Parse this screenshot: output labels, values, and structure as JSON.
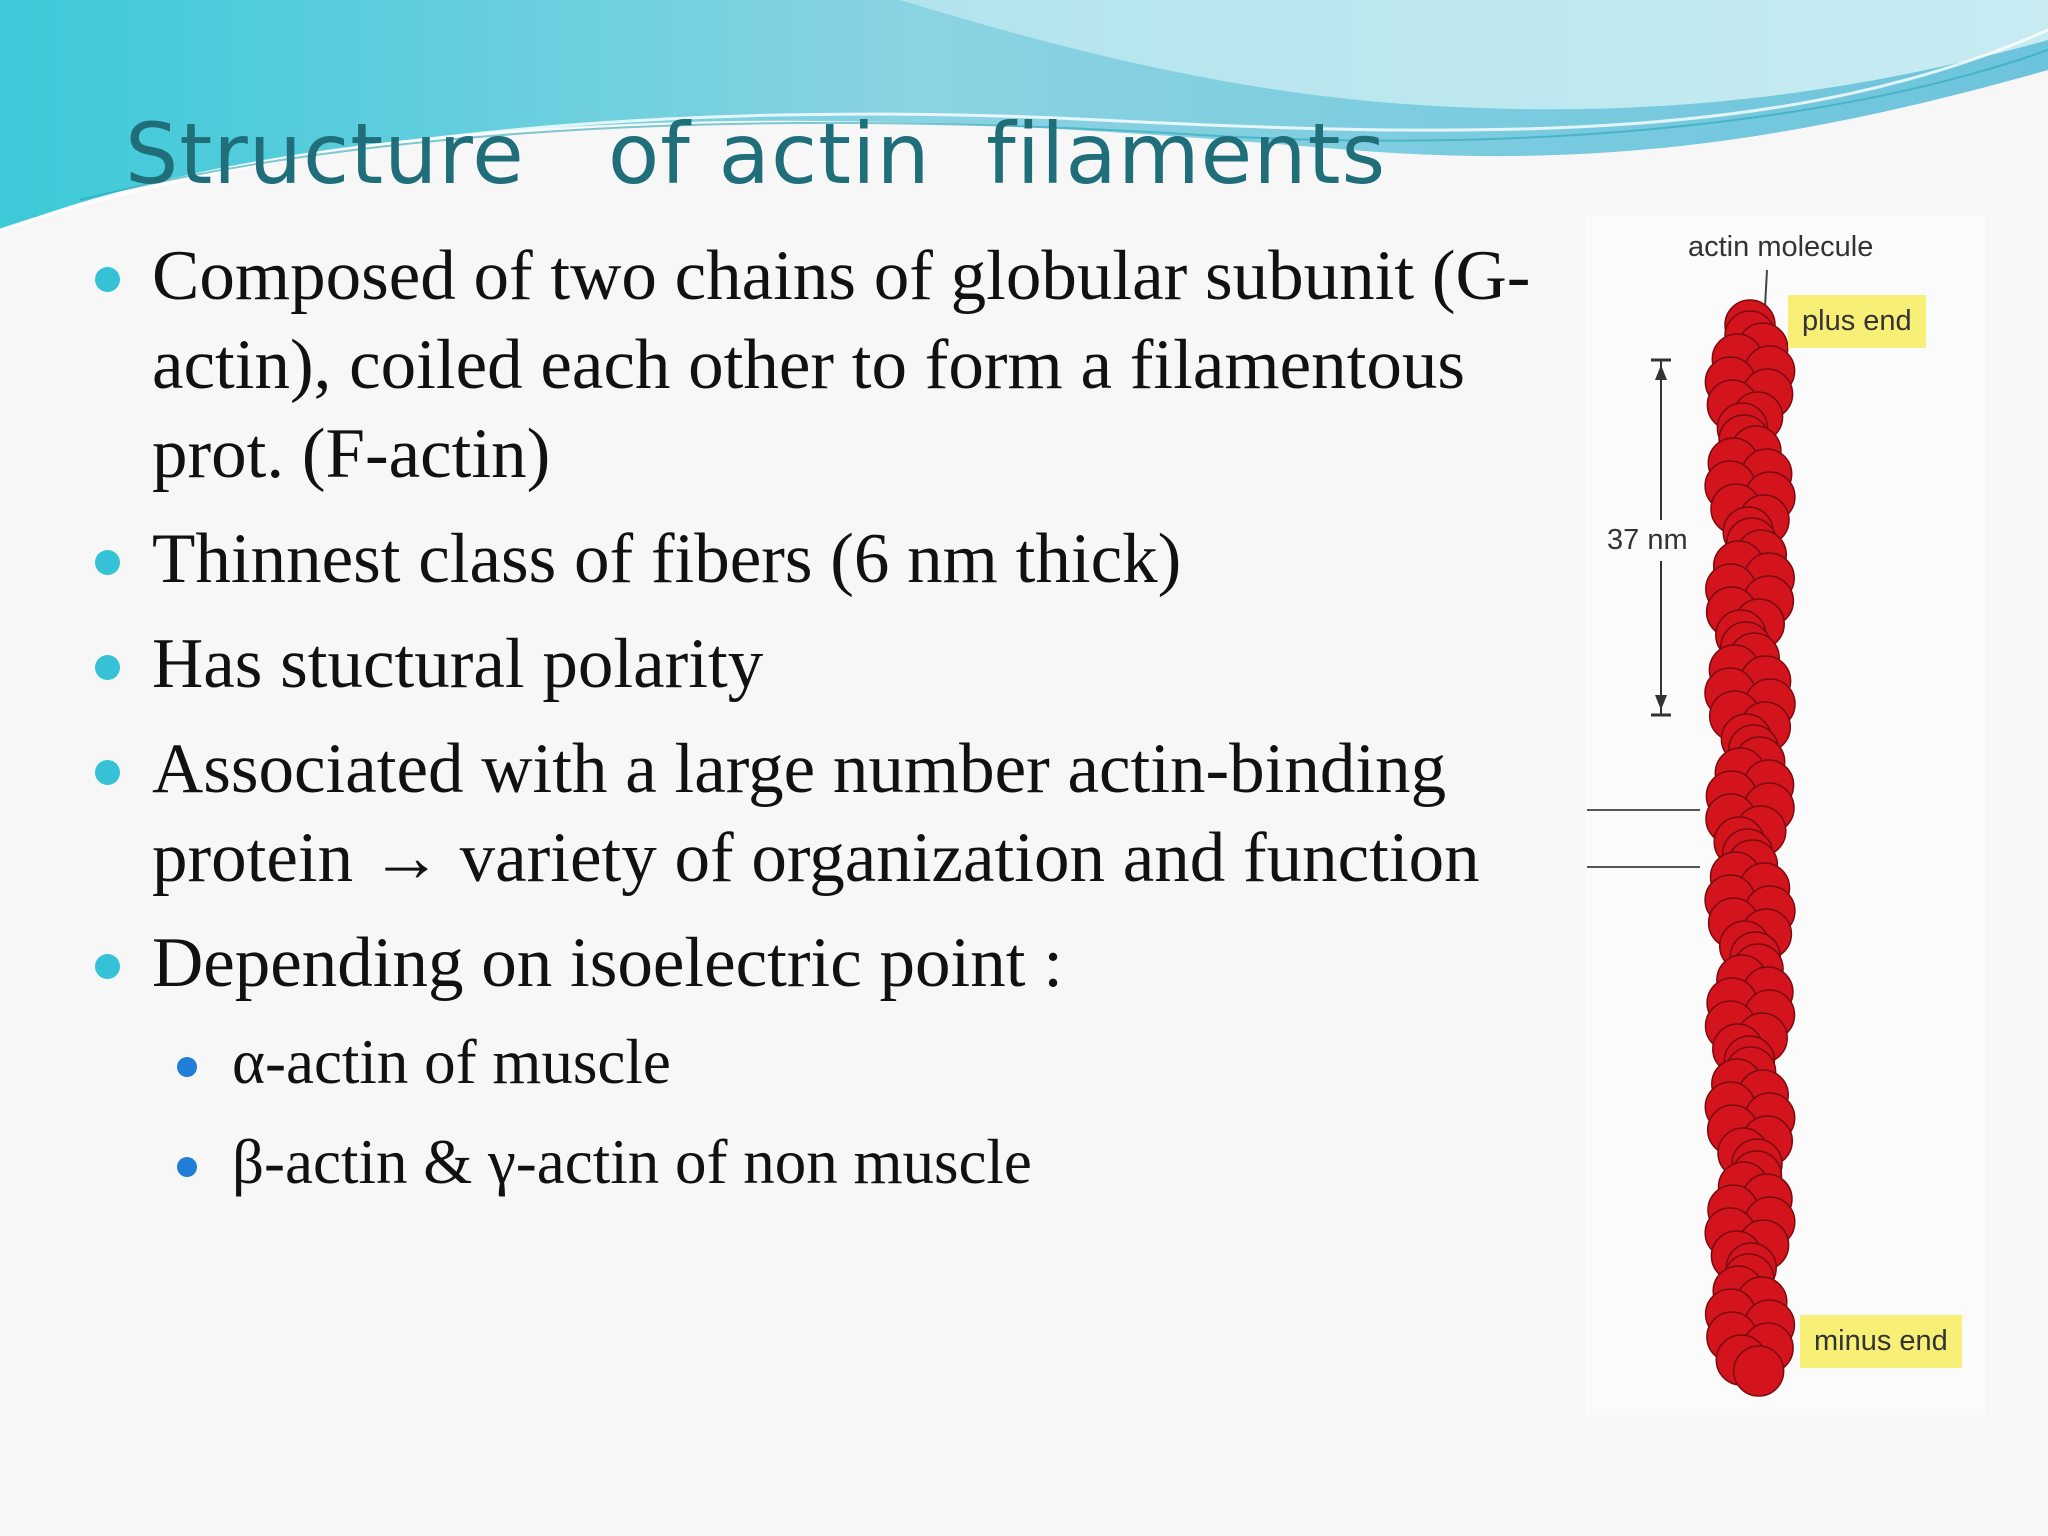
{
  "slide": {
    "title": "Structure   of actin  filaments",
    "bullets": [
      {
        "text": "Composed of two chains of globular subunit (G-actin), coiled each other to form a filamentous prot. (F-actin)"
      },
      {
        "text": "Thinnest class of fibers (6 nm thick)"
      },
      {
        "text": "Has stuctural polarity"
      },
      {
        "text": "Associated with a large number actin-binding protein → variety of organization and function"
      },
      {
        "text": "Depending on isoelectric point :"
      }
    ],
    "sub_bullets": [
      {
        "text": "α-actin of muscle"
      },
      {
        "text": "β-actin & γ-actin of non muscle"
      }
    ]
  },
  "figure": {
    "actin_molecule_label": "actin molecule",
    "plus_end_label": "plus end",
    "minus_end_label": "minus end",
    "length_label": "37 nm",
    "bead_color": "#d3141d"
  },
  "theme": {
    "title_color": "#1f6e7a",
    "bullet_color": "#35c2d6",
    "sub_bullet_color": "#1f7fd6"
  }
}
